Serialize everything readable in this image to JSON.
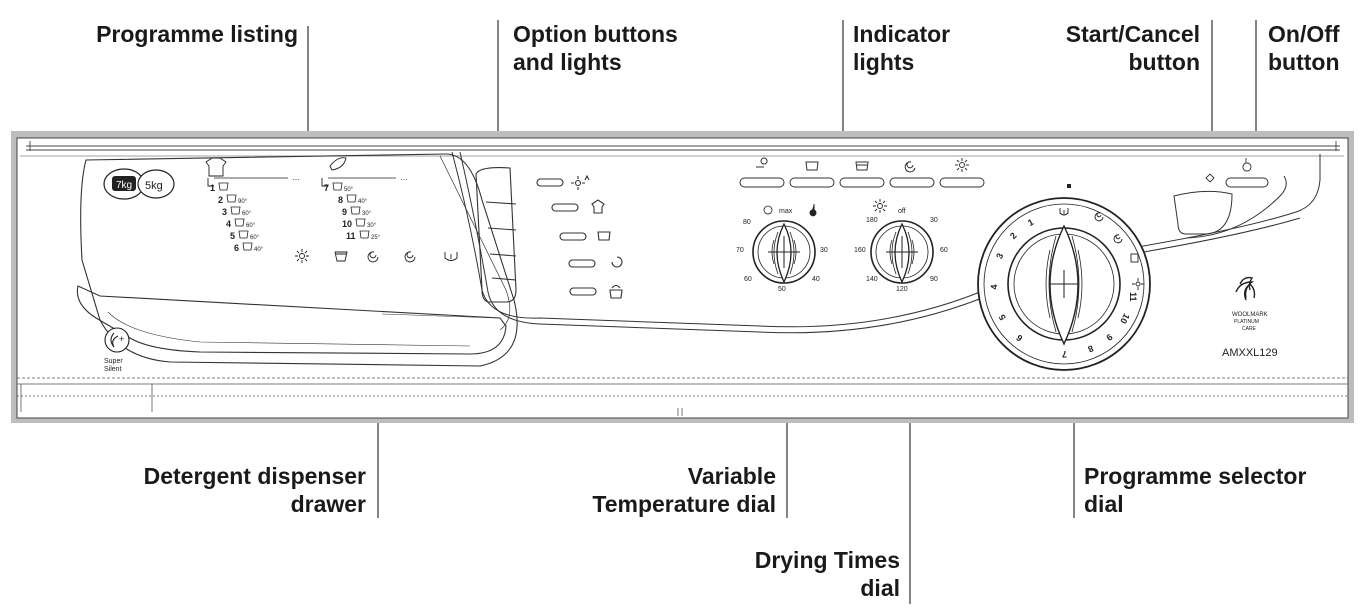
{
  "callouts": {
    "programme_listing": "Programme listing",
    "option_buttons": [
      "Option buttons",
      "and lights"
    ],
    "indicator_lights": [
      "Indicator",
      "lights"
    ],
    "start_cancel": [
      "Start/Cancel",
      "button"
    ],
    "on_off": [
      "On/Off",
      "button"
    ],
    "detergent_drawer": [
      "Detergent dispenser",
      "drawer"
    ],
    "variable_temp": [
      "Variable",
      "Temperature dial"
    ],
    "drying_times": [
      "Drying Times",
      "dial"
    ],
    "programme_selector": [
      "Programme selector",
      "dial"
    ]
  },
  "panel": {
    "badges": [
      "7kg",
      "5kg"
    ],
    "super_silent": [
      "Super",
      "Silent"
    ],
    "model": "AMXXL129",
    "woolmark": [
      "WOOLMARK",
      "PLATINUM",
      "CARE"
    ],
    "programmes_left": [
      {
        "num": "1",
        "temp": ""
      },
      {
        "num": "2",
        "temp": "90°"
      },
      {
        "num": "3",
        "temp": "60°"
      },
      {
        "num": "4",
        "temp": "60°"
      },
      {
        "num": "5",
        "temp": "60°"
      },
      {
        "num": "6",
        "temp": "40°"
      }
    ],
    "programmes_right": [
      {
        "num": "7",
        "temp": "50°"
      },
      {
        "num": "8",
        "temp": "40°"
      },
      {
        "num": "9",
        "temp": "30°"
      },
      {
        "num": "10",
        "temp": "30°"
      },
      {
        "num": "11",
        "temp": "25°"
      }
    ],
    "temp_dial": {
      "top": "max",
      "ticks": [
        "80",
        "70",
        "60",
        "50",
        "40",
        "30"
      ]
    },
    "dry_dial": {
      "top": "off",
      "ticks": [
        "180",
        "160",
        "140",
        "120",
        "90",
        "60",
        "30"
      ]
    },
    "selector_numbers": [
      "1",
      "2",
      "3",
      "4",
      "5",
      "6",
      "7",
      "8",
      "9",
      "10",
      "11"
    ]
  }
}
